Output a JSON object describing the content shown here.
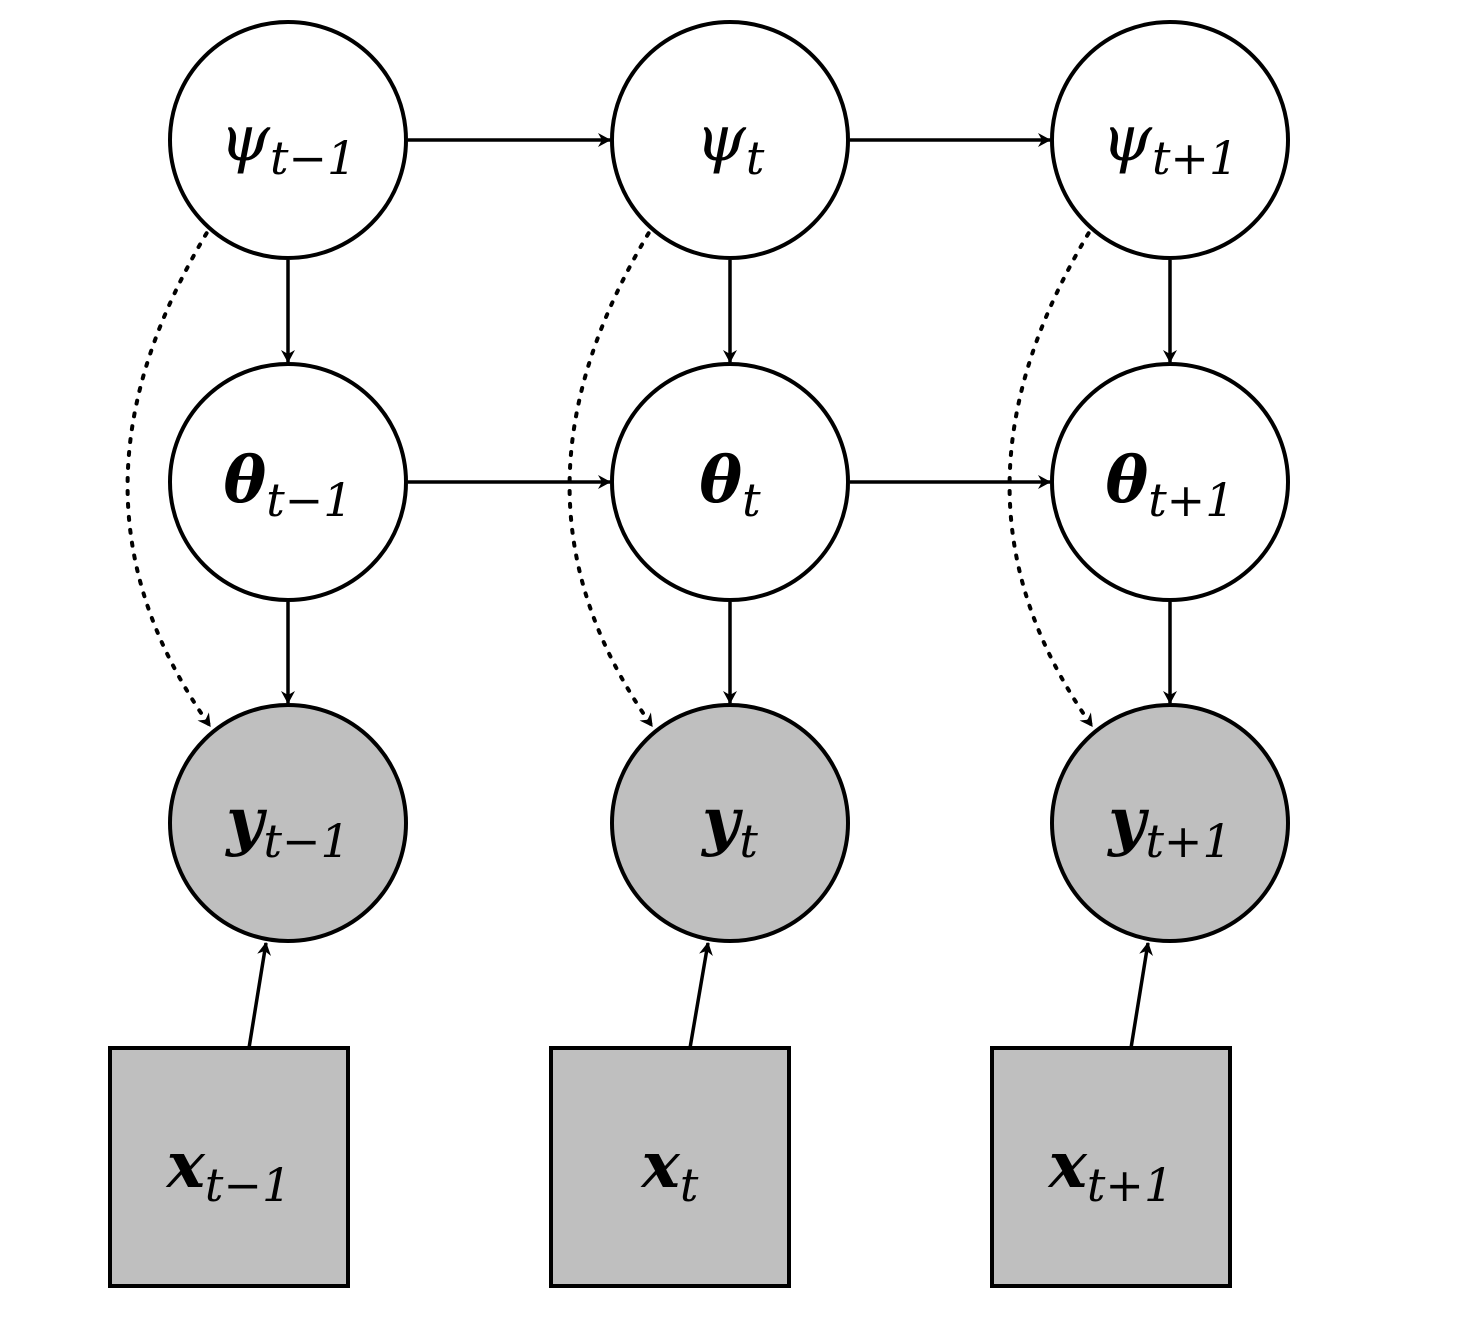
{
  "colors": {
    "latent_fill": "#ffffff",
    "observed_fill": "#bfbfbf",
    "stroke": "#000000"
  },
  "nodes": [
    {
      "id": "psi_tm1",
      "kind": "latent",
      "shape": "circle",
      "symbol": "ψ",
      "bold": false,
      "subscript": "t−1"
    },
    {
      "id": "psi_t",
      "kind": "latent",
      "shape": "circle",
      "symbol": "ψ",
      "bold": false,
      "subscript": "t"
    },
    {
      "id": "psi_tp1",
      "kind": "latent",
      "shape": "circle",
      "symbol": "ψ",
      "bold": false,
      "subscript": "t+1"
    },
    {
      "id": "theta_tm1",
      "kind": "latent",
      "shape": "circle",
      "symbol": "θ",
      "bold": true,
      "subscript": "t−1"
    },
    {
      "id": "theta_t",
      "kind": "latent",
      "shape": "circle",
      "symbol": "θ",
      "bold": true,
      "subscript": "t"
    },
    {
      "id": "theta_tp1",
      "kind": "latent",
      "shape": "circle",
      "symbol": "θ",
      "bold": true,
      "subscript": "t+1"
    },
    {
      "id": "y_tm1",
      "kind": "observed",
      "shape": "circle",
      "symbol": "y",
      "bold": true,
      "subscript": "t−1"
    },
    {
      "id": "y_t",
      "kind": "observed",
      "shape": "circle",
      "symbol": "y",
      "bold": true,
      "subscript": "t"
    },
    {
      "id": "y_tp1",
      "kind": "observed",
      "shape": "circle",
      "symbol": "y",
      "bold": true,
      "subscript": "t+1"
    },
    {
      "id": "x_tm1",
      "kind": "observed",
      "shape": "square",
      "symbol": "x",
      "bold": true,
      "subscript": "t−1"
    },
    {
      "id": "x_t",
      "kind": "observed",
      "shape": "square",
      "symbol": "x",
      "bold": true,
      "subscript": "t"
    },
    {
      "id": "x_tp1",
      "kind": "observed",
      "shape": "square",
      "symbol": "x",
      "bold": true,
      "subscript": "t+1"
    }
  ],
  "edges": [
    {
      "from": "psi_tm1",
      "to": "psi_t",
      "style": "solid"
    },
    {
      "from": "psi_t",
      "to": "psi_tp1",
      "style": "solid"
    },
    {
      "from": "theta_tm1",
      "to": "theta_t",
      "style": "solid"
    },
    {
      "from": "theta_t",
      "to": "theta_tp1",
      "style": "solid"
    },
    {
      "from": "psi_tm1",
      "to": "theta_tm1",
      "style": "solid"
    },
    {
      "from": "psi_t",
      "to": "theta_t",
      "style": "solid"
    },
    {
      "from": "psi_tp1",
      "to": "theta_tp1",
      "style": "solid"
    },
    {
      "from": "theta_tm1",
      "to": "y_tm1",
      "style": "solid"
    },
    {
      "from": "theta_t",
      "to": "y_t",
      "style": "solid"
    },
    {
      "from": "theta_tp1",
      "to": "y_tp1",
      "style": "solid"
    },
    {
      "from": "x_tm1",
      "to": "y_tm1",
      "style": "solid"
    },
    {
      "from": "x_t",
      "to": "y_t",
      "style": "solid"
    },
    {
      "from": "x_tp1",
      "to": "y_tp1",
      "style": "solid"
    },
    {
      "from": "psi_tm1",
      "to": "y_tm1",
      "style": "dotted"
    },
    {
      "from": "psi_t",
      "to": "y_t",
      "style": "dotted"
    },
    {
      "from": "psi_tp1",
      "to": "y_tp1",
      "style": "dotted"
    }
  ]
}
